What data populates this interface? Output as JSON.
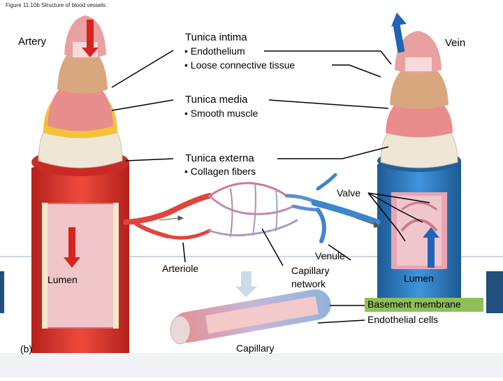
{
  "figure": {
    "caption": "Figure 11.10b Structure of blood vessels.",
    "panel_letter": "(b)"
  },
  "labels": {
    "artery": "Artery",
    "vein": "Vein",
    "tunica_intima": "Tunica intima",
    "endothelium": "• Endothelium",
    "loose_connective": "• Loose connective tissue",
    "tunica_media": "Tunica media",
    "smooth_muscle": "• Smooth muscle",
    "tunica_externa": "Tunica externa",
    "collagen": "• Collagen fibers",
    "valve": "Valve",
    "lumen_artery": "Lumen",
    "lumen_vein": "Lumen",
    "arteriole": "Arteriole",
    "venule": "Venule",
    "capillary_network_1": "Capillary",
    "capillary_network_2": "network",
    "basement_membrane": "Basement membrane",
    "endothelial_cells": "Endothelial cells",
    "capillary": "Capillary"
  },
  "colors": {
    "artery_red": "#e8352e",
    "artery_dark": "#b5201c",
    "muscle_pink": "#e88c8c",
    "intima_tan": "#d9a77e",
    "externa_yellow": "#f3c23a",
    "vein_blue": "#2f7fc8",
    "vein_dark": "#1c5a95",
    "arrow_red": "#d8241f",
    "arrow_blue": "#1f64b8",
    "highlight_green": "#8fbf5a",
    "slide_blue": "#1f4f7a"
  }
}
